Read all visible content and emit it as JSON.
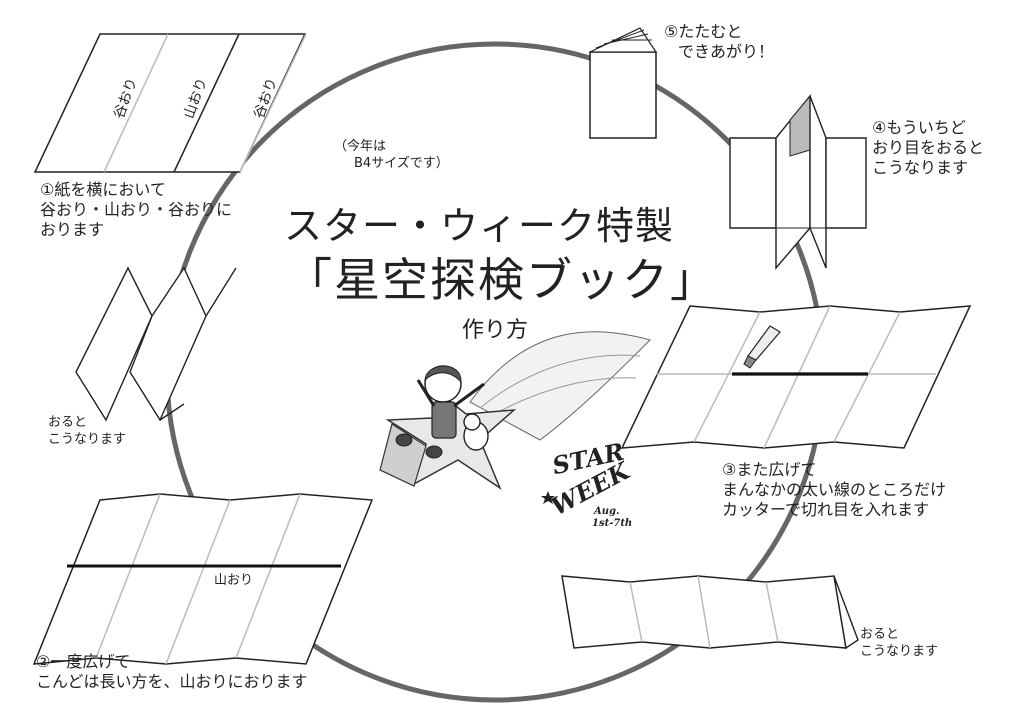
{
  "title": {
    "line1": "スター・ウィーク特製",
    "line2": "「星空探検ブック」",
    "line3": "作り方"
  },
  "steps": {
    "step1": {
      "line1": "①紙を横において",
      "line2": "谷おり・山おり・谷おりに",
      "line3": "おります",
      "fold_labels": [
        "谷おり",
        "山おり",
        "谷おり"
      ],
      "note_line1": "（今年は",
      "note_line2": "B4サイズです）"
    },
    "step1_result": {
      "line1": "おると",
      "line2": "こうなります"
    },
    "step2": {
      "line1": "②一度広げて",
      "line2": "こんどは長い方を、山おりにおります",
      "fold_label": "山おり"
    },
    "step2_result": {
      "line1": "おると",
      "line2": "こうなります"
    },
    "step3": {
      "line1": "③また広げて",
      "line2": "まんなかの太い線のところだけ",
      "line3": "カッターで切れ目を入れます"
    },
    "step4": {
      "line1": "④もういちど",
      "line2": "おり目をおると",
      "line3": "こうなります"
    },
    "step5": {
      "line1": "⑤たたむと",
      "line2": "できあがり！"
    }
  },
  "logo": {
    "word1": "STAR",
    "word2": "WEEK",
    "date1": "Aug.",
    "date2": "1st-7th"
  }
}
